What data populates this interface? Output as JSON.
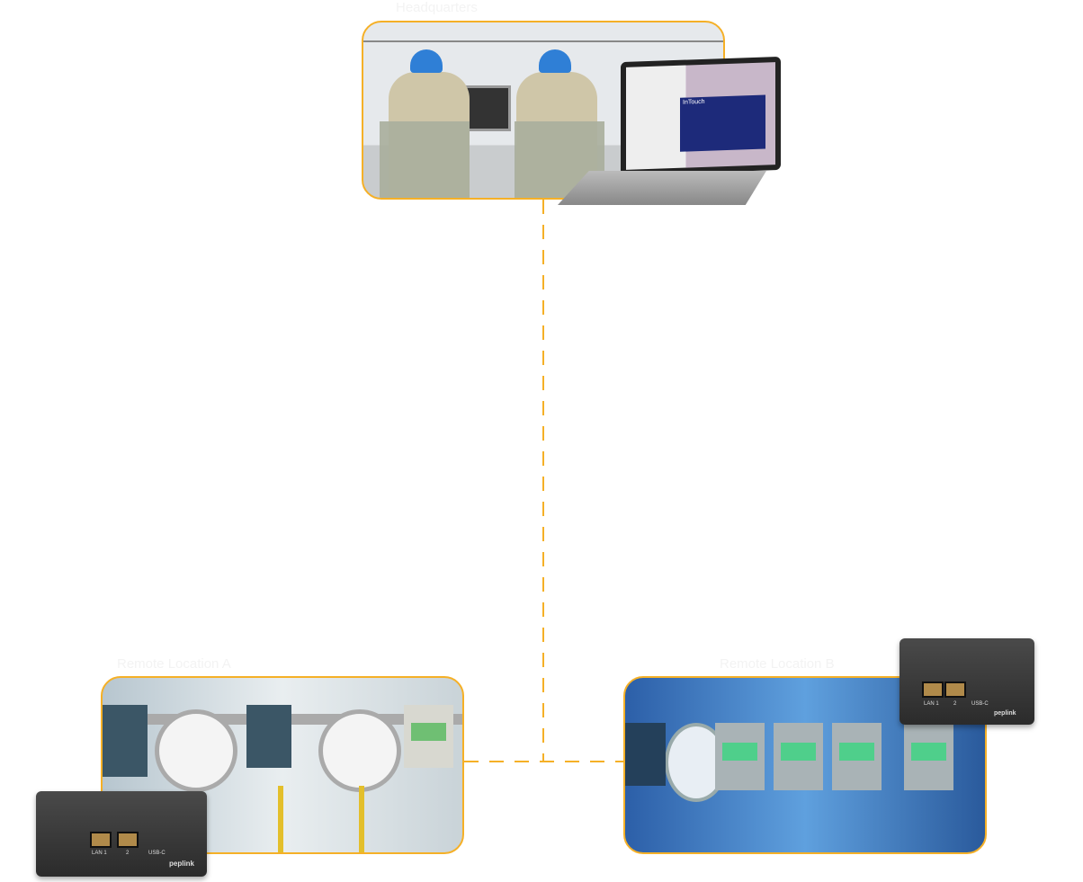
{
  "labels": {
    "hq": "Headquarters",
    "remote_a": "Remote Location A",
    "remote_b": "Remote Location B"
  },
  "device": {
    "lan1": "LAN 1",
    "lan2": "2",
    "usb": "USB-C",
    "brand": "peplink"
  },
  "laptop": {
    "app_title": "InTouch"
  },
  "colors": {
    "accent": "#F5B027"
  }
}
